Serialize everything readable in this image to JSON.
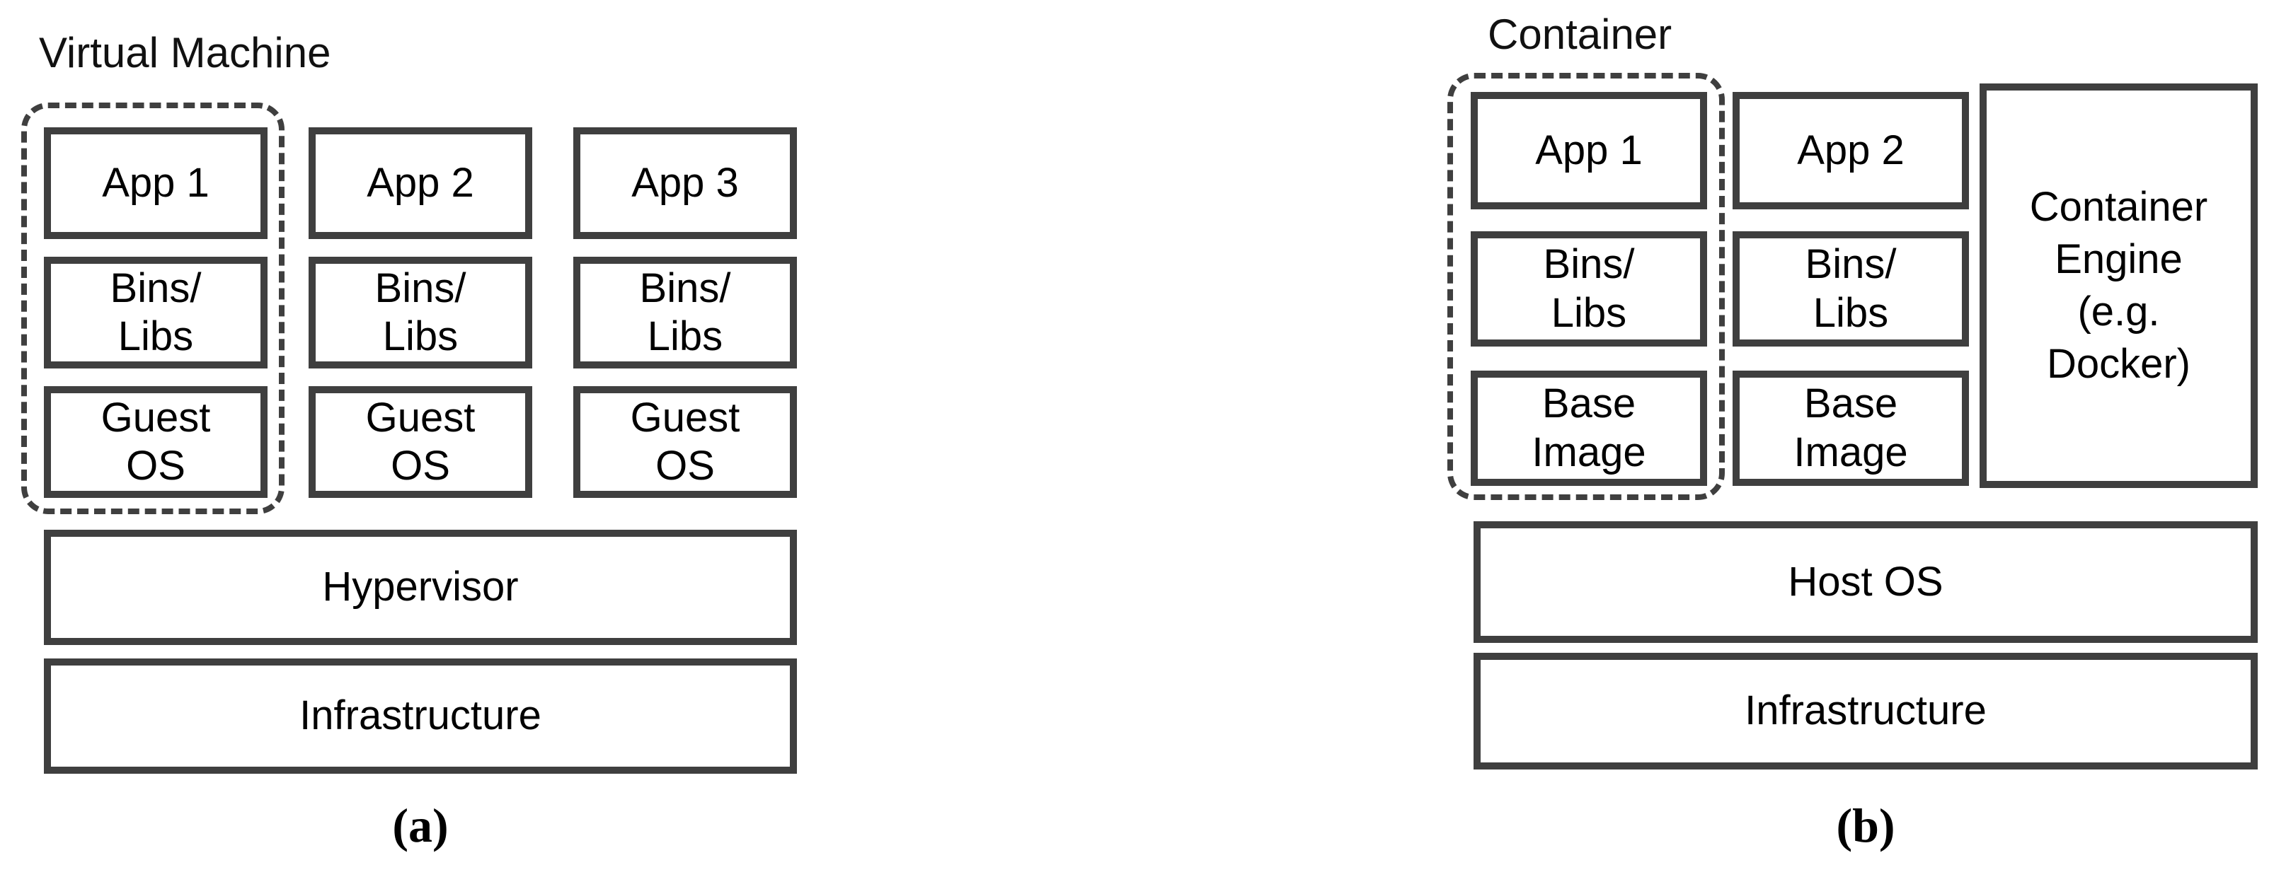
{
  "figure": {
    "background": "#ffffff",
    "border_color": "#3f3f3f",
    "text_color": "#000000"
  },
  "diagram_a": {
    "title": "Virtual Machine",
    "caption": "(a)",
    "columns": [
      {
        "app": "App 1",
        "bins": "Bins/\nLibs",
        "os": "Guest\nOS"
      },
      {
        "app": "App 2",
        "bins": "Bins/\nLibs",
        "os": "Guest\nOS"
      },
      {
        "app": "App 3",
        "bins": "Bins/\nLibs",
        "os": "Guest\nOS"
      }
    ],
    "layers": [
      "Hypervisor",
      "Infrastructure"
    ]
  },
  "diagram_b": {
    "title": "Container",
    "caption": "(b)",
    "columns": [
      {
        "app": "App 1",
        "bins": "Bins/\nLibs",
        "base": "Base\nImage"
      },
      {
        "app": "App 2",
        "bins": "Bins/\nLibs",
        "base": "Base\nImage"
      }
    ],
    "engine": "Container\nEngine\n(e.g.\nDocker)",
    "layers": [
      "Host OS",
      "Infrastructure"
    ]
  }
}
